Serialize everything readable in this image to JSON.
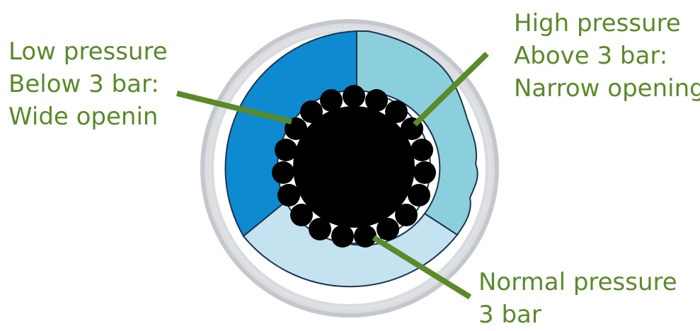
{
  "labels": {
    "low": {
      "line1": "Low pressure",
      "line2": "Below 3 bar:",
      "line3": "Wide openin"
    },
    "high": {
      "line1": "High pressure",
      "line2": "Above 3 bar:",
      "line3": "Narrow opening"
    },
    "normal": {
      "line1": "Normal pressure",
      "line2": "3 bar"
    }
  },
  "colors": {
    "label_text": "#5a8a2a",
    "leader_line": "#5a8a2a",
    "low_zone": "#0e8ad0",
    "high_zone": "#8ccfdc",
    "normal_zone": "#c4e2f0",
    "outer_ring": "#cfd2d6",
    "rotor": "#000000"
  }
}
